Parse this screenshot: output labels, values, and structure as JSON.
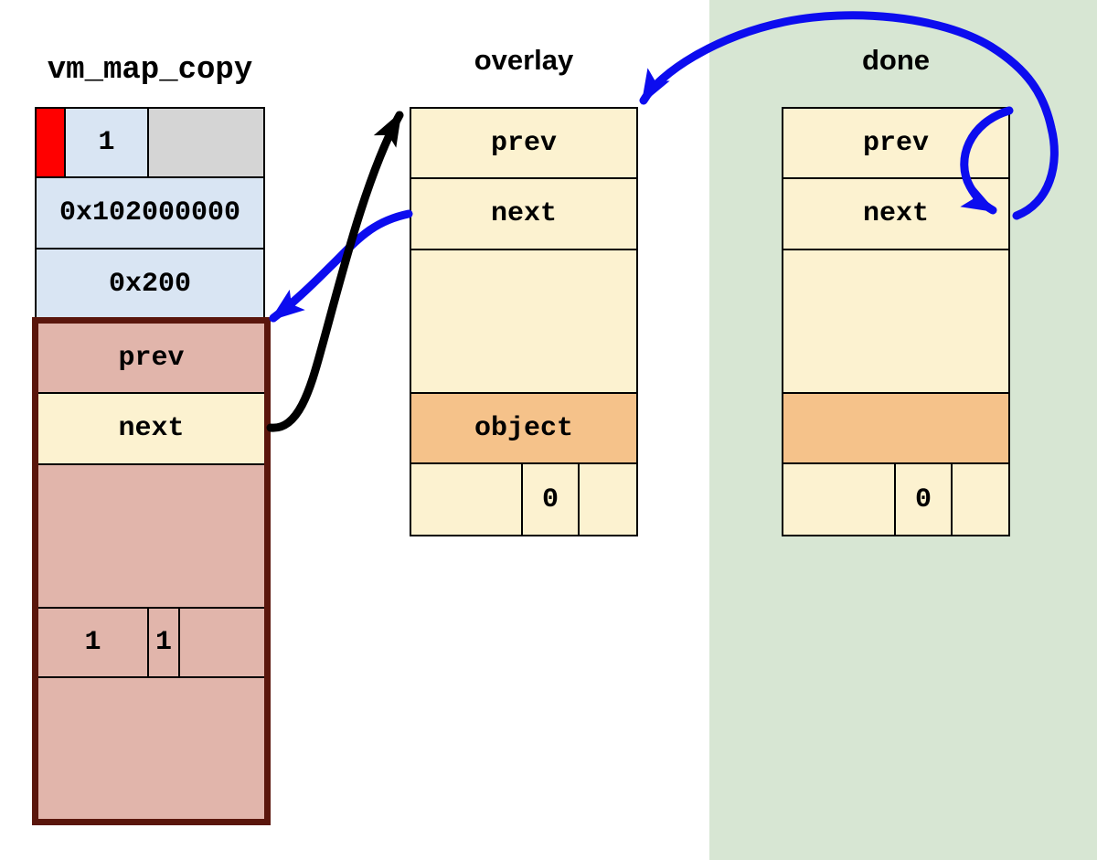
{
  "colors": {
    "page_background": "#ffffff",
    "done_region_background": "#d7e6d3",
    "header_blue": "#d9e5f3",
    "header_gray": "#d5d5d5",
    "flag_red": "#ff0000",
    "entry_pink": "#e1b5ab",
    "entry_cream": "#fcf2d0",
    "object_orange": "#f5c28a",
    "entries_border_maroon": "#5a160c",
    "arrow_blue": "#0c0cef",
    "arrow_black": "#000000"
  },
  "vm_map_copy": {
    "title": "vm_map_copy",
    "type_flag": "1",
    "address_value": "0x102000000",
    "size_value": "0x200",
    "entries": {
      "prev_label": "prev",
      "next_label": "next",
      "flag_left": "1",
      "flag_right": "1"
    }
  },
  "overlay": {
    "title": "overlay",
    "prev_label": "prev",
    "next_label": "next",
    "object_label": "object",
    "zero_value": "0"
  },
  "done": {
    "title": "done",
    "prev_label": "prev",
    "next_label": "next",
    "zero_value": "0"
  }
}
